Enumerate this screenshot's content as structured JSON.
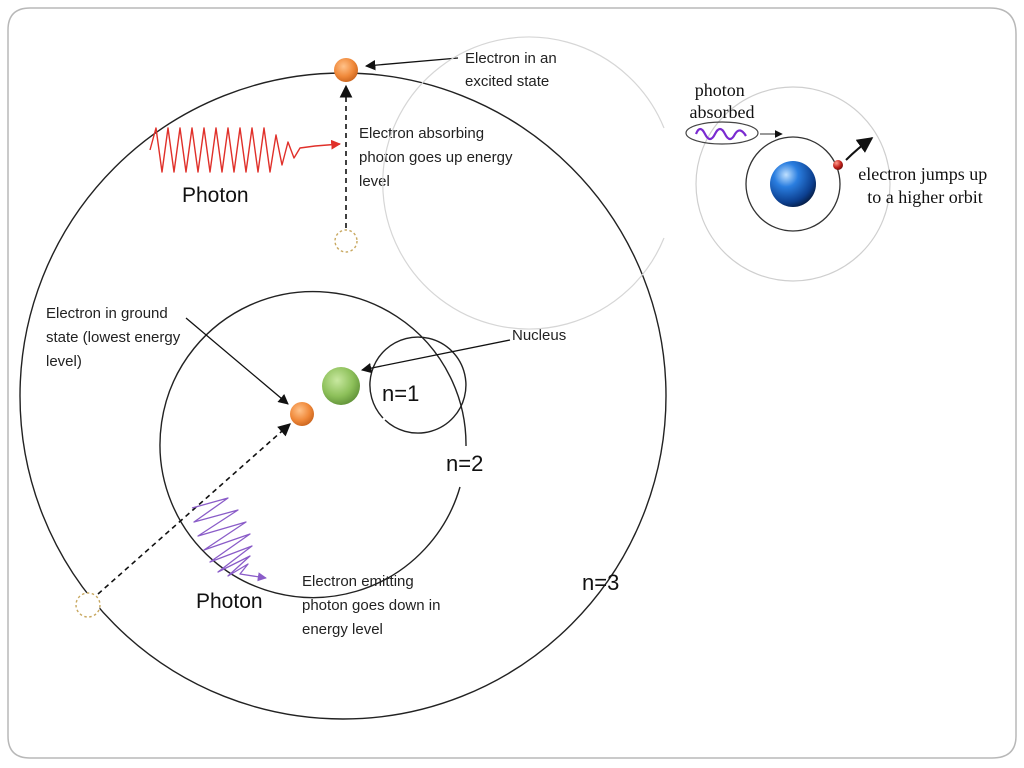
{
  "bohr_model": {
    "labels": {
      "excited_state": [
        "Electron in an",
        "excited state"
      ],
      "absorbing": [
        "Electron absorbing",
        "photon goes up energy",
        "level"
      ],
      "photon_absorbed": "Photon",
      "ground_state": [
        "Electron in ground",
        "state (lowest energy",
        "level)"
      ],
      "nucleus": "Nucleus",
      "n1": "n=1",
      "n2": "n=2",
      "n3": "n=3",
      "photon_emitted": "Photon",
      "emitting": [
        "Electron emitting",
        "photon goes down in",
        "energy level"
      ]
    },
    "colors": {
      "electron": "#f0893a",
      "nucleus": "#8dc05a",
      "absorbed_wave": "#e0302a",
      "emitted_wave": "#8a5cc8",
      "orbit": "#222222"
    }
  },
  "inset": {
    "labels": {
      "photon_absorbed": [
        "photon",
        "absorbed"
      ],
      "electron_jumps": [
        "electron jumps up",
        "to a higher orbit"
      ]
    },
    "colors": {
      "nucleus": "#2a6fd6",
      "electron": "#c0201a",
      "wave": "#7a2ad0"
    }
  }
}
